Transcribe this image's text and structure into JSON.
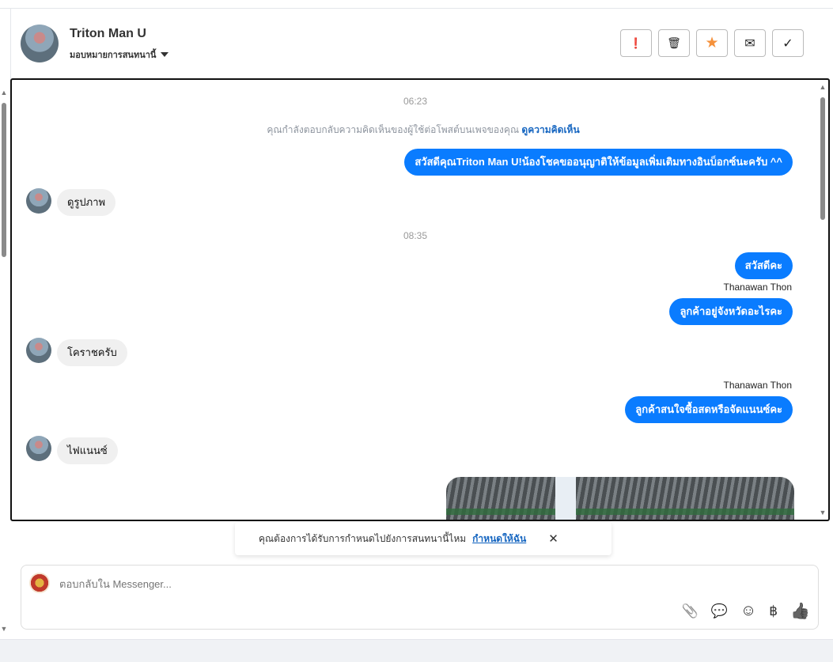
{
  "header": {
    "name": "Triton Man U",
    "assign_label": "มอบหมายการสนทนานี้"
  },
  "actions": [
    {
      "icon": "alert-icon",
      "glyph": "❗"
    },
    {
      "icon": "trash-icon",
      "glyph": "🗑"
    },
    {
      "icon": "star-icon",
      "glyph": "★",
      "color": "#f5913b"
    },
    {
      "icon": "mail-icon",
      "glyph": "✉"
    },
    {
      "icon": "check-icon",
      "glyph": "✓"
    }
  ],
  "chat": {
    "time1": "06:23",
    "notice": "คุณกำลังตอบกลับความคิดเห็นของผู้ใช้ต่อโพสต์บนเพจของคุณ",
    "notice_link": "ดูความคิดเห็น",
    "msg1": "สวัสดีคุณTriton Man U!น้องโชคขออนุญาติให้ข้อมูลเพิ่มเติมทางอินบ็อกซ์นะครับ ^^",
    "msg2": "ดูรูปภาพ",
    "time2": "08:35",
    "msg3": "สวัสดีคะ",
    "sender1": "Thanawan Thon",
    "msg4": "ลูกค้าอยู่จังหวัดอะไรคะ",
    "msg5": "โคราชครับ",
    "sender2": "Thanawan Thon",
    "msg6": "ลูกค้าสนใจซื้อสดหรือจัดแนนซ์คะ",
    "msg7": "ไฟแนนซ์"
  },
  "banner": {
    "text": "คุณต้องการได้รับการกำหนดไปยังการสนทนานี้ไหม",
    "link": "กำหนดให้ฉัน",
    "close": "✕"
  },
  "composer": {
    "placeholder": "ตอบกลับใน Messenger...",
    "tools": {
      "attach": "📎",
      "saved": "💬",
      "emoji": "☺",
      "baht": "฿",
      "like": "👍"
    }
  },
  "colors": {
    "accent": "#0a7cff",
    "link": "#1565c0",
    "star": "#f5913b"
  }
}
